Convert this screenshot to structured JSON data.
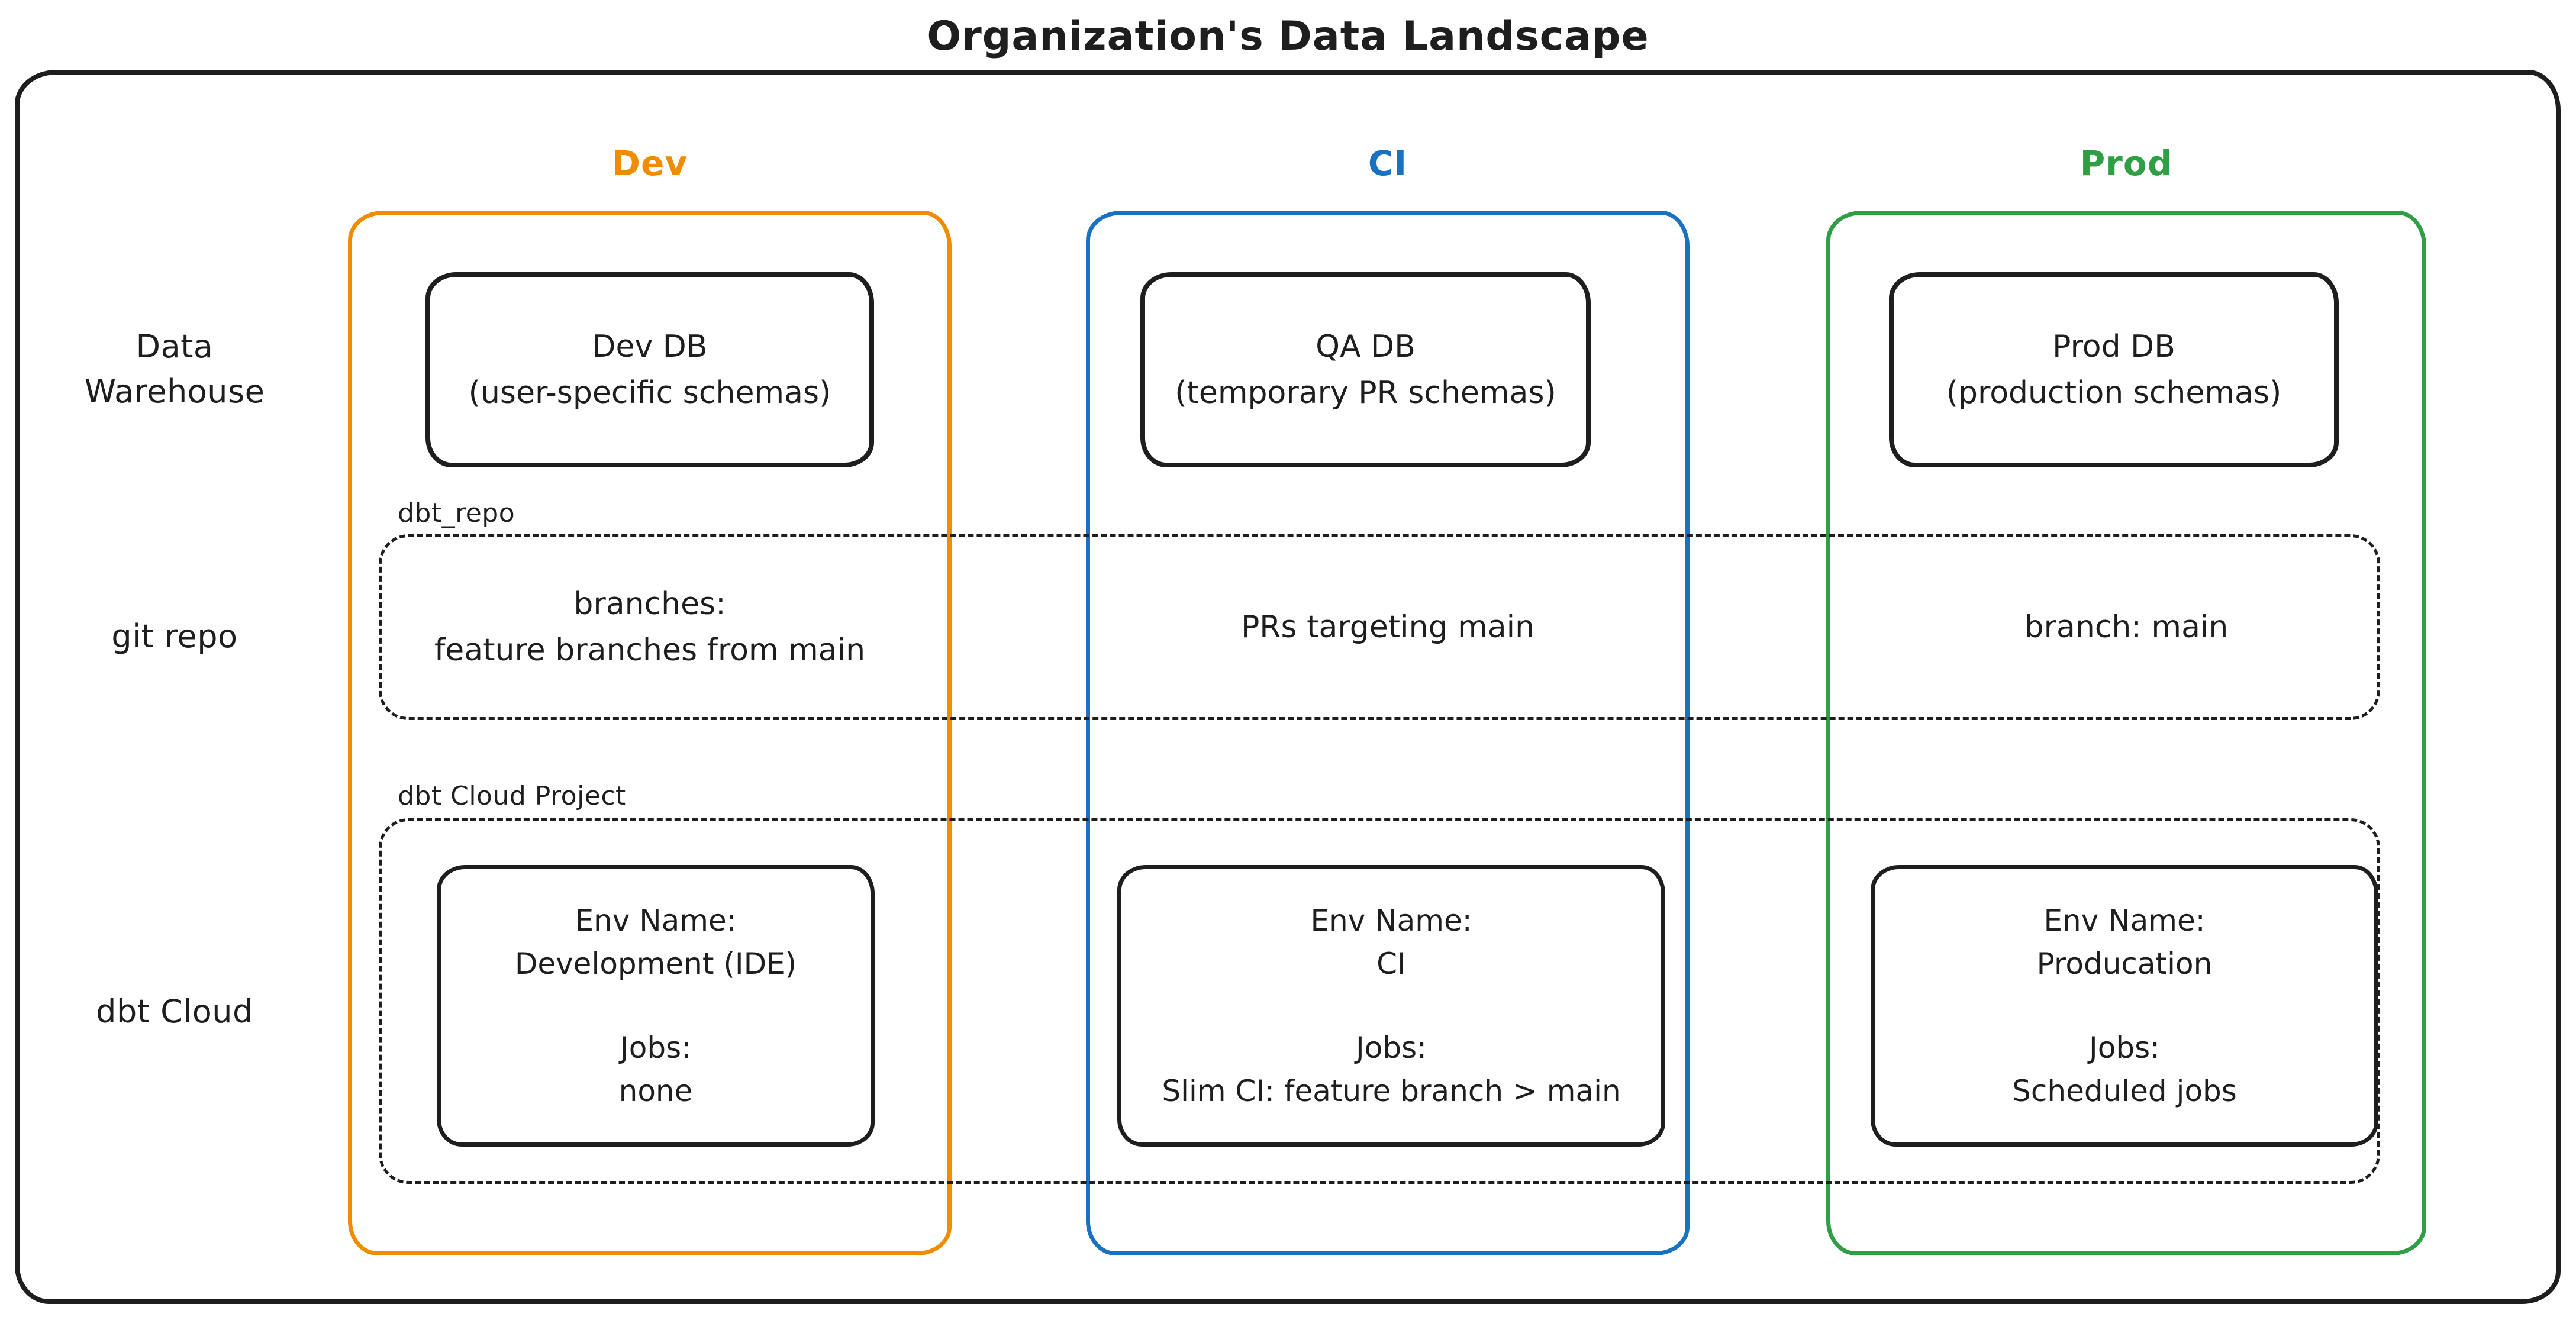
{
  "title": "Organization's Data Landscape",
  "colors": {
    "dev": "#f08c00",
    "ci": "#1971c2",
    "prod": "#2f9e44",
    "ink": "#1e1e1e"
  },
  "rows": [
    {
      "label_lines": [
        "Data",
        "Warehouse"
      ]
    },
    {
      "label_lines": [
        "git repo"
      ]
    },
    {
      "label_lines": [
        "dbt Cloud"
      ]
    }
  ],
  "overlays": {
    "git_repo_label": "dbt_repo",
    "dbt_cloud_label": "dbt Cloud Project"
  },
  "columns": [
    {
      "name": "Dev",
      "db_box": [
        "Dev DB",
        "(user-specific schemas)"
      ],
      "git": [
        "branches:",
        "feature branches from main"
      ],
      "env": {
        "env_label": "Env Name:",
        "env_name": "Development (IDE)",
        "jobs_label": "Jobs:",
        "jobs": "none"
      }
    },
    {
      "name": "CI",
      "db_box": [
        "QA DB",
        "(temporary PR schemas)"
      ],
      "git": [
        "PRs targeting main"
      ],
      "env": {
        "env_label": "Env Name:",
        "env_name": "CI",
        "jobs_label": "Jobs:",
        "jobs": "Slim CI: feature branch > main"
      }
    },
    {
      "name": "Prod",
      "db_box": [
        "Prod DB",
        "(production schemas)"
      ],
      "git": [
        "branch: main"
      ],
      "env": {
        "env_label": "Env Name:",
        "env_name": "Producation",
        "jobs_label": "Jobs:",
        "jobs": "Scheduled jobs"
      }
    }
  ]
}
